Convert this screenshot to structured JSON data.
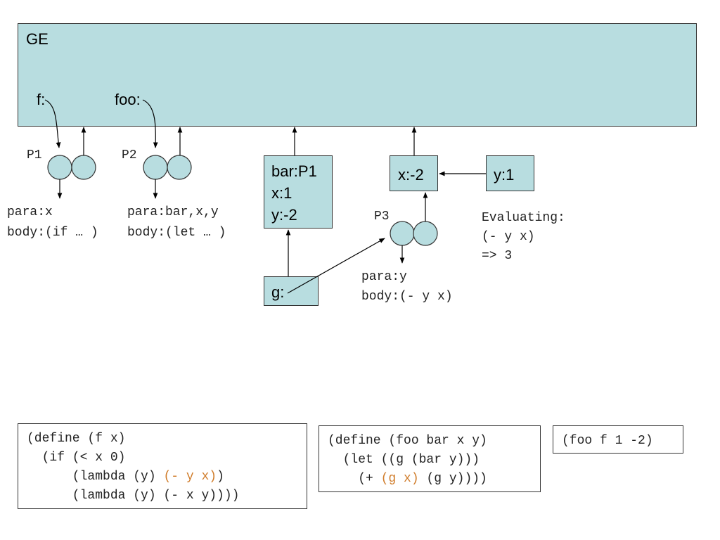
{
  "global_env": {
    "label": "GE",
    "bindings": [
      "f:",
      "foo:"
    ]
  },
  "procedures": [
    {
      "name": "P1",
      "para": "para:x",
      "body": "body:(if … )"
    },
    {
      "name": "P2",
      "para": "para:bar,x,y",
      "body": "body:(let … )"
    },
    {
      "name": "P3",
      "para": "para:y",
      "body": "body:(- y x)"
    }
  ],
  "frames": {
    "bar_frame": [
      "bar:P1",
      "x:1",
      "y:-2"
    ],
    "g_frame": "g:",
    "x_frame": "x:-2",
    "y_frame": "y:1"
  },
  "evaluation": [
    "Evaluating:",
    "(- y x)",
    "=> 3"
  ],
  "code": {
    "define_f": [
      {
        "pre": "(define (f x)",
        "hl": "",
        "post": ""
      },
      {
        "pre": "  (if (< x 0)",
        "hl": "",
        "post": ""
      },
      {
        "pre": "      (lambda (y) ",
        "hl": "(- y x)",
        "post": ")"
      },
      {
        "pre": "      (lambda (y) (- x y))))",
        "hl": "",
        "post": ""
      }
    ],
    "define_foo": [
      {
        "pre": "(define (foo bar x y)",
        "hl": "",
        "post": ""
      },
      {
        "pre": "  (let ((g (bar y)))",
        "hl": "",
        "post": ""
      },
      {
        "pre": "    (+ ",
        "hl": "(g x)",
        "post": " (g y))))"
      }
    ],
    "call": "(foo f 1 -2)"
  },
  "colors": {
    "frame_fill": "#b8dde0",
    "highlight": "#d07c2a"
  }
}
